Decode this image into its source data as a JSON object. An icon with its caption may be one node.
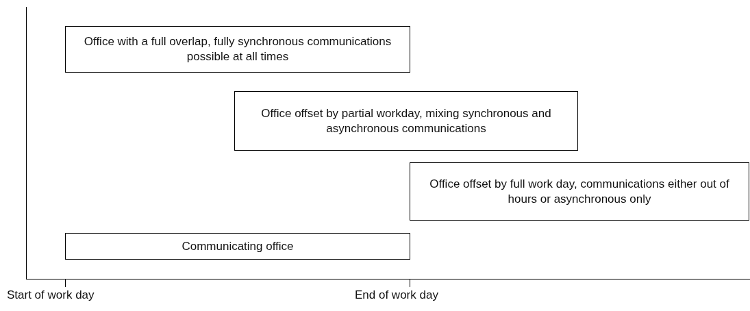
{
  "diagram": {
    "nodes": [
      {
        "text": [
          "Office with a full overlap, fully synchronous communications possible at all times"
        ]
      },
      {
        "text": [
          "Office offset by partial workday, mixing synchronous and asynchronous communications"
        ]
      },
      {
        "text": [
          "Office offset by full work day, communications either out of hours or asynchronous only"
        ]
      },
      {
        "text": [
          "Communicating office"
        ]
      }
    ],
    "edges": [],
    "labels": [
      "Start of work day",
      "End of work day"
    ]
  }
}
